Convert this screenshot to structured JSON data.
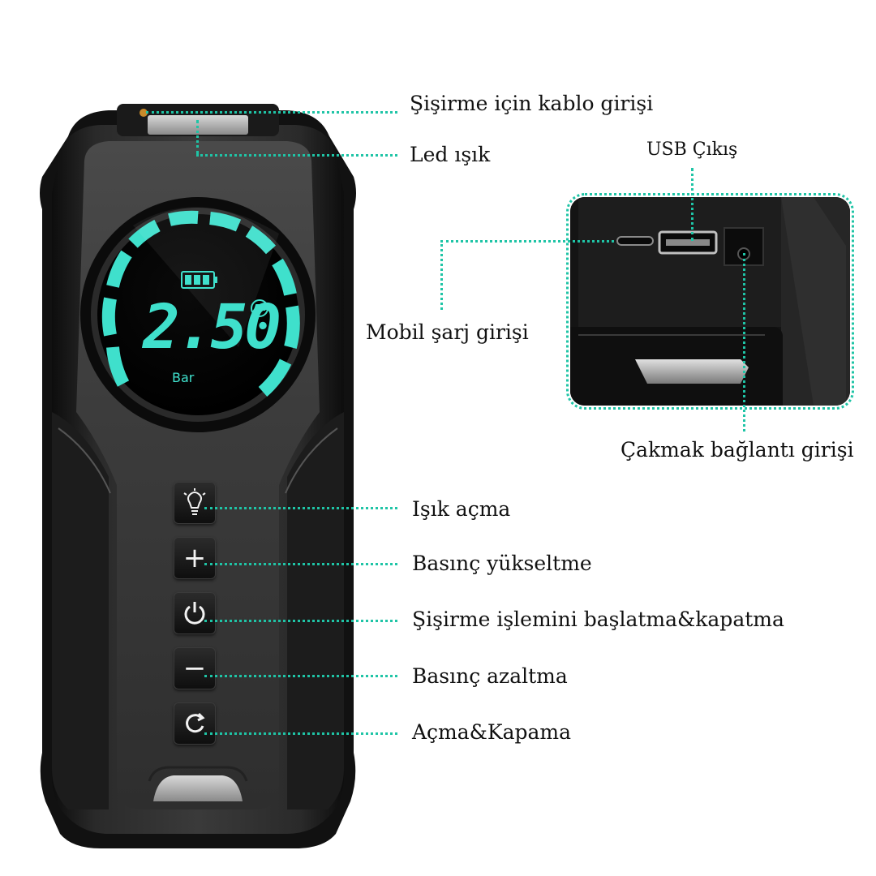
{
  "display": {
    "reading": "2.50",
    "unit": "Bar"
  },
  "buttons": [
    {
      "icon": "bulb-icon",
      "glyph": "💡"
    },
    {
      "icon": "plus-icon",
      "glyph": "+"
    },
    {
      "icon": "power-icon",
      "glyph": "⏻"
    },
    {
      "icon": "minus-icon",
      "glyph": "−"
    },
    {
      "icon": "cycle-icon",
      "glyph": "⟳"
    }
  ],
  "labels": {
    "inflation_cable_input": "Şişirme için kablo girişi",
    "led_light": "Led ışık",
    "usb_output": "USB Çıkış",
    "mobile_charge_input": "Mobil şarj girişi",
    "lighter_input": "Çakmak bağlantı girişi",
    "light_on": "Işık açma",
    "pressure_up": "Basınç yükseltme",
    "start_stop_inflation": "Şişirme işlemini başlatma&kapatma",
    "pressure_down": "Basınç azaltma",
    "power_on_off": "Açma&Kapama"
  },
  "colors": {
    "accent": "#1fc4a6",
    "display_cyan": "#3fe0cc",
    "body_dark": "#1a1a1a"
  }
}
